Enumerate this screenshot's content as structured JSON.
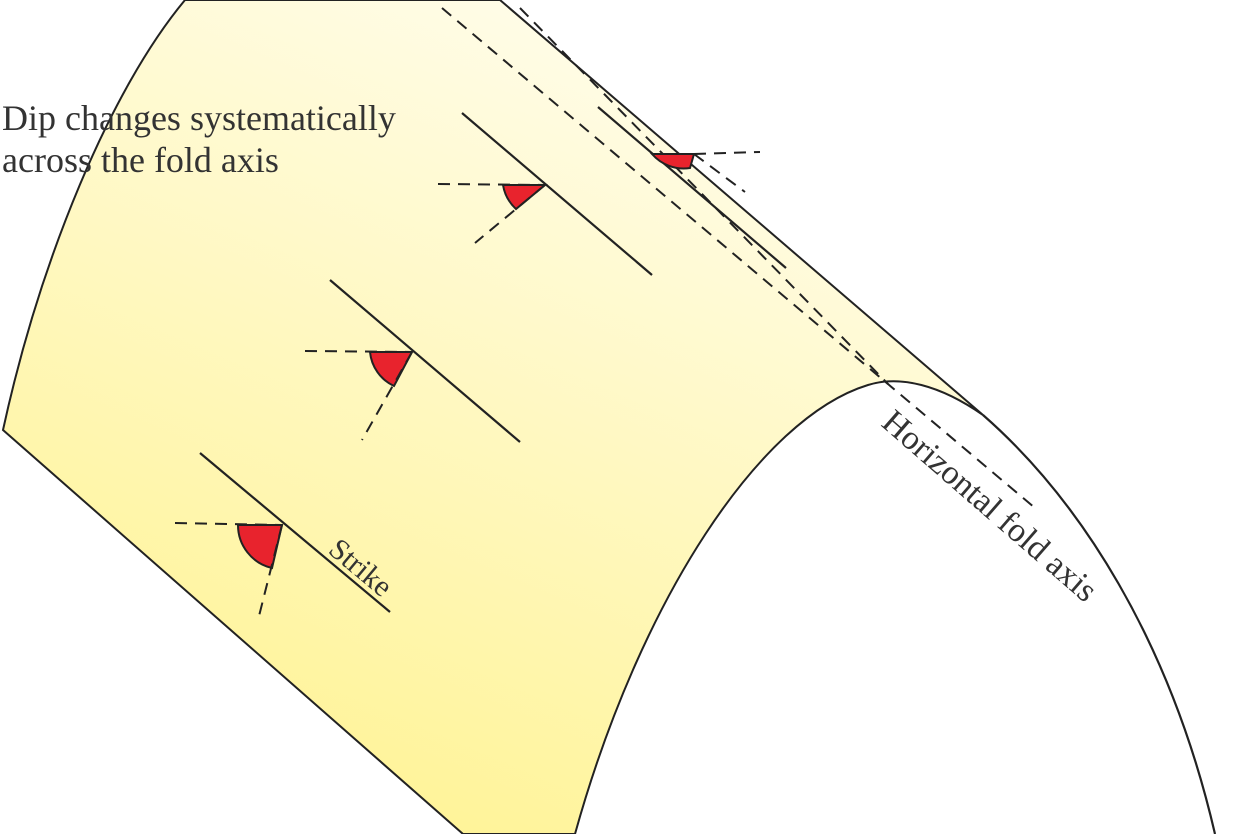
{
  "caption": {
    "line1": "Dip changes systematically",
    "line2": "across the fold axis"
  },
  "labels": {
    "fold_axis": "Horizontal fold axis",
    "strike": "Strike"
  },
  "colors": {
    "limb_light": "#fffdf0",
    "limb_dark": "#fff391",
    "dip_arc": "#e8232d",
    "line": "#222222",
    "text": "#333333"
  },
  "symbols": [
    {
      "name": "dip-symbol-1"
    },
    {
      "name": "dip-symbol-2"
    },
    {
      "name": "dip-symbol-3"
    },
    {
      "name": "dip-symbol-4"
    }
  ]
}
